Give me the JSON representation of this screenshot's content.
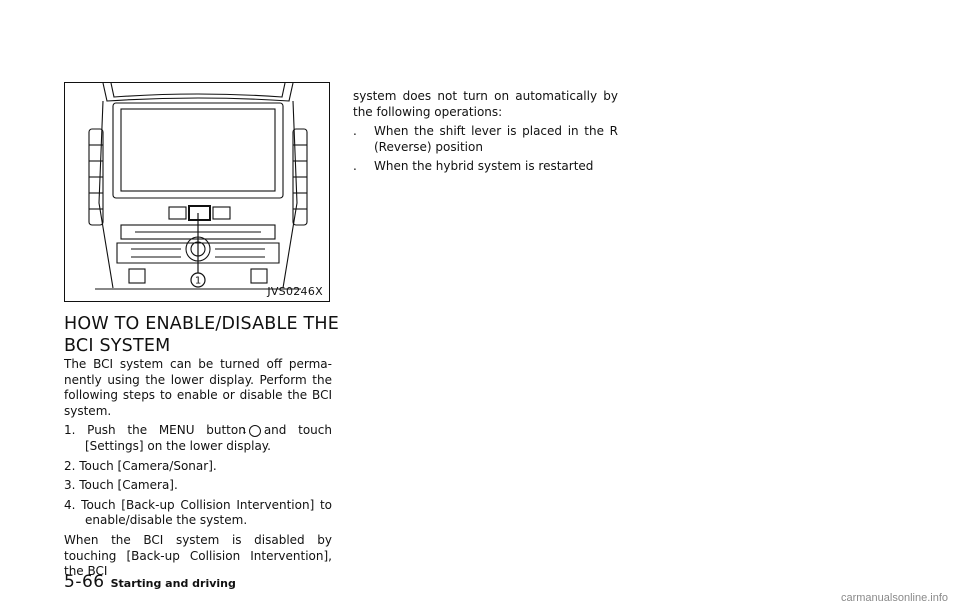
{
  "figure": {
    "code": "JVS0246X",
    "callout": "1"
  },
  "section": {
    "heading_line1": "HOW TO ENABLE/DISABLE THE",
    "heading_line2": "BCI SYSTEM",
    "intro": "The BCI system can be turned off perma-nently using the lower display. Perform the following steps to enable or disable the BCI system.",
    "step1_before": "1. Push the MENU button",
    "step1_after": "and touch [Settings] on the lower display.",
    "step2": "2. Touch [Camera/Sonar].",
    "step3": "3. Touch [Camera].",
    "step4": "4. Touch [Back-up Collision Intervention] to enable/disable the system.",
    "para_col1": "When the BCI system is disabled by touching [Back-up Collision Intervention], the BCI",
    "para_col2": "system does not turn on automatically by the following operations:",
    "bullets": [
      "When the shift lever is placed in the R (Reverse) position",
      "When the hybrid system is restarted"
    ]
  },
  "footer": {
    "page_number": "5-66",
    "section_name": "Starting and driving"
  },
  "watermark": "carmanualsonline.info"
}
